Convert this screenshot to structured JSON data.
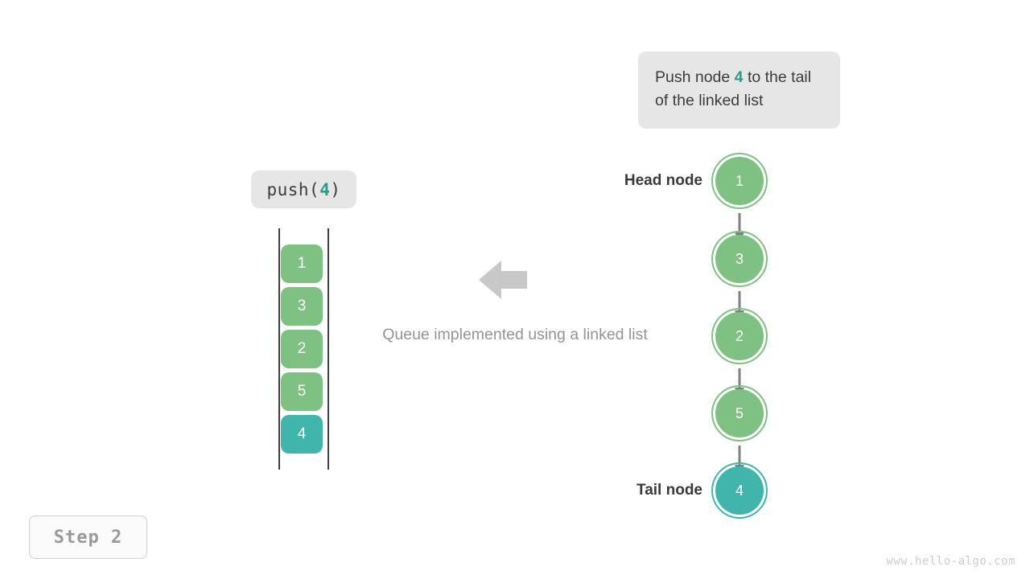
{
  "callout": {
    "text_before": "Push node ",
    "accent": "4",
    "text_after": " to the tail of the linked list"
  },
  "operation": {
    "prefix": "push(",
    "accent": "4",
    "suffix": ")"
  },
  "queue": {
    "items": [
      {
        "value": "1",
        "state": "normal"
      },
      {
        "value": "3",
        "state": "normal"
      },
      {
        "value": "2",
        "state": "normal"
      },
      {
        "value": "5",
        "state": "normal"
      },
      {
        "value": "4",
        "state": "highlight"
      }
    ]
  },
  "arrow": {
    "direction": "left",
    "color": "#c8c8c8"
  },
  "caption": {
    "text": "Queue implemented using a linked list"
  },
  "linked_list": {
    "nodes": [
      {
        "value": "1",
        "state": "normal",
        "label": "Head node"
      },
      {
        "value": "3",
        "state": "normal",
        "label": ""
      },
      {
        "value": "2",
        "state": "normal",
        "label": ""
      },
      {
        "value": "5",
        "state": "normal",
        "label": ""
      },
      {
        "value": "4",
        "state": "highlight",
        "label": "Tail node"
      }
    ],
    "head_label": "Head node",
    "tail_label": "Tail node"
  },
  "step_badge": {
    "label": "Step 2"
  },
  "watermark": {
    "text": "www.hello-algo.com"
  },
  "colors": {
    "normal": "#7fc083",
    "highlight": "#41b5ac",
    "accent_text": "#2e9a8c",
    "edge": "#808080",
    "panel": "#e6e6e6",
    "caption": "#949494",
    "rail": "#404040"
  }
}
